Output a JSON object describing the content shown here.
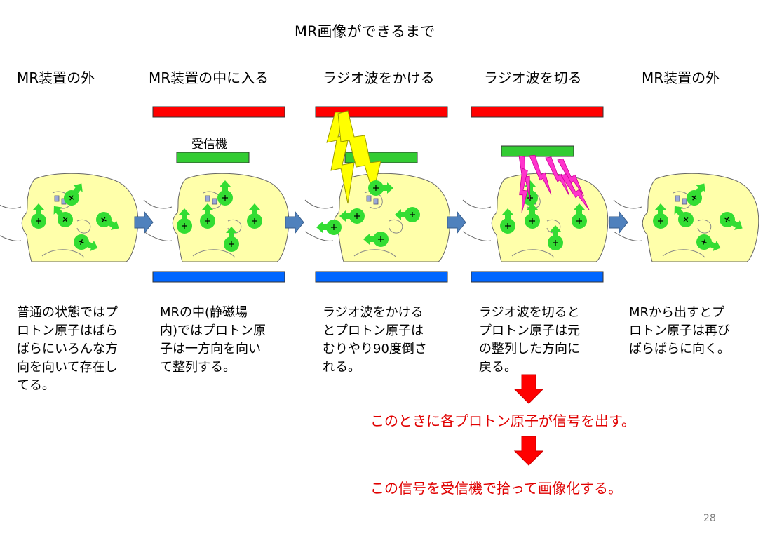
{
  "slide": {
    "title": "MR画像ができるまで",
    "page_number": "28"
  },
  "stages": [
    {
      "title": "MR装置の外",
      "description": "普通の状態ではプ\nロトン原子はばら\nばらにいろんな方\n向を向いて存在し\nてる。"
    },
    {
      "title": "MR装置の中に入る",
      "description": "MRの中(静磁場\n内)ではプロトン原\n子は一方向を向い\nて整列する。"
    },
    {
      "title": "ラジオ波をかける",
      "description": "ラジオ波をかける\nとプロトン原子は\nむりやり90度倒さ\nれる。"
    },
    {
      "title": "ラジオ波を切る",
      "description": "ラジオ波を切ると\nプロトン原子は元\nの整列した方向に\n戻る。"
    },
    {
      "title": "MR装置の外",
      "description": "MRから出すとプ\nロトン原子は再び\nばらばらに向く。"
    }
  ],
  "receiver_label": "受信機",
  "notes": {
    "signal": "このときに各プロトン原子が信号を出す。",
    "imaging": "この信号を受信機で拾って画像化する。"
  },
  "colors": {
    "magnet_top": "#ff0000",
    "magnet_bottom": "#0066ff",
    "receiver": "#33cc33",
    "proton": "#33dd33",
    "head_fill": "#ffffaa",
    "arrow": "#4f81bd",
    "radio_wave": "#ffff00",
    "signal_wave": "#ff33cc",
    "note_text": "#e00000"
  }
}
